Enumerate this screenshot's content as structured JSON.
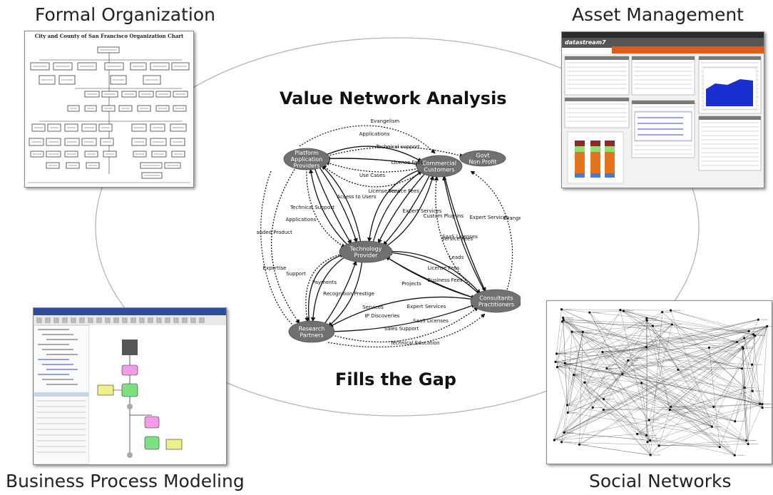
{
  "titles": {
    "formal": "Formal Organization",
    "asset": "Asset Management",
    "bpm": "Business Process Modeling",
    "social": "Social Networks",
    "center_top": "Value Network Analysis",
    "center_bottom": "Fills the Gap"
  },
  "org_chart": {
    "heading": "City and County of San Francisco Organization Chart"
  },
  "asset_app": {
    "brand": "datastream7"
  },
  "vna": {
    "nodes": [
      {
        "id": "platform",
        "label1": "Platform",
        "label2": "Application",
        "label3": "Providers"
      },
      {
        "id": "commercial",
        "label1": "Commercial",
        "label2": "Customers",
        "label3": ""
      },
      {
        "id": "govt",
        "label1": "Govt",
        "label2": "Non Profit",
        "label3": ""
      },
      {
        "id": "tech",
        "label1": "Technology",
        "label2": "Provider",
        "label3": ""
      },
      {
        "id": "consult",
        "label1": "Consultants",
        "label2": "Practitioners",
        "label3": ""
      },
      {
        "id": "research",
        "label1": "Research",
        "label2": "Partners",
        "label3": ""
      }
    ],
    "edge_labels": [
      "Evangelism",
      "Applications",
      "Technical support",
      "License Fees",
      "Use Cases",
      "License Fees",
      "Service Fees",
      "Access to Users",
      "Technical Support",
      "Applications",
      "Expanded Product",
      "Expert Services",
      "Custom Plug-ins",
      "SaaS Licenses",
      "Service Fees",
      "Expert Services",
      "Evangelism",
      "Expertise",
      "Support",
      "Payments",
      "Recognition Prestige",
      "Services",
      "IP Discoveries",
      "Leads",
      "License Fees",
      "Business Fees",
      "Projects",
      "Expert Services",
      "SaaS Licenses",
      "Sales Support",
      "Technical Education"
    ]
  }
}
